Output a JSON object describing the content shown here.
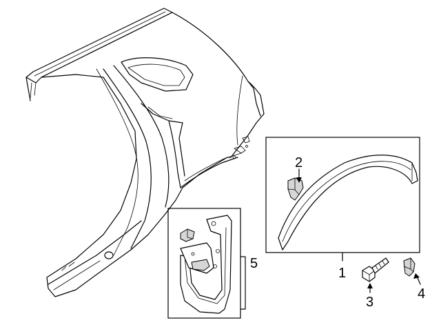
{
  "labels": {
    "part1": "1",
    "part2": "2",
    "part3": "3",
    "part4": "4",
    "part5": "5"
  },
  "colors": {
    "line": "#000000",
    "background": "#ffffff",
    "shade": "#d6d6d6"
  }
}
